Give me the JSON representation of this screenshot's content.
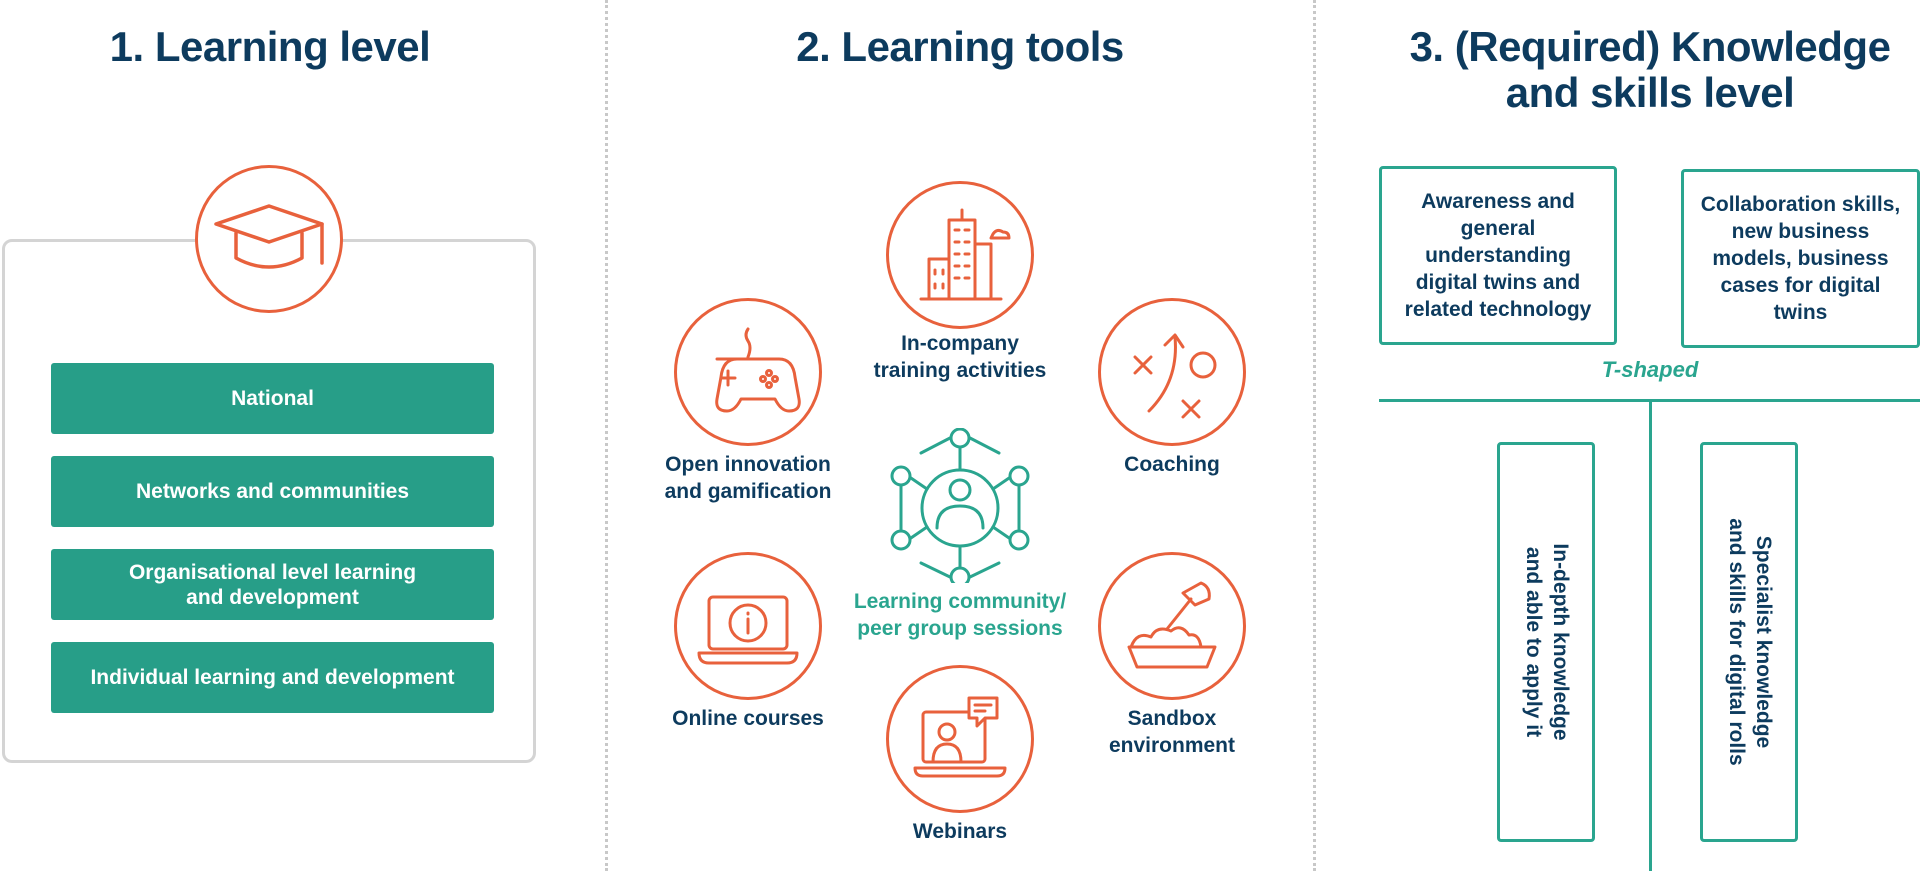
{
  "sections": {
    "learning_level": {
      "title": "1. Learning level",
      "levels": [
        "National",
        "Networks and communities",
        "Organisational level learning\nand development",
        "Individual learning and development"
      ]
    },
    "learning_tools": {
      "title": "2. Learning tools",
      "tools": {
        "in_company": "In-company\ntraining activities",
        "open_innovation": "Open innovation\nand gamification",
        "coaching": "Coaching",
        "community": "Learning community/\npeer group sessions",
        "online_courses": "Online courses",
        "sandbox": "Sandbox\nenvironment",
        "webinars": "Webinars"
      }
    },
    "knowledge_skills": {
      "title": "3. (Required) Knowledge\nand skills level",
      "awareness": "Awareness and\ngeneral\nunderstanding\ndigital twins and\nrelated technology",
      "collaboration": "Collaboration skills,\nnew business\nmodels, business\ncases for digital\ntwins",
      "t_shaped": "T-shaped",
      "in_depth": "In-depth knowledge\nand able to apply it",
      "specialist": "Specialist knowledge\nand skills for digital rolls"
    }
  },
  "colors": {
    "navy": "#0d3b5e",
    "teal": "#2aa58f",
    "orange": "#e8613c",
    "bar_green": "#279e88"
  },
  "icons": [
    "graduation-cap-icon",
    "buildings-icon",
    "gamepad-icon",
    "strategy-play-icon",
    "network-person-icon",
    "laptop-info-icon",
    "sandbox-shovel-icon",
    "webinar-icon"
  ]
}
